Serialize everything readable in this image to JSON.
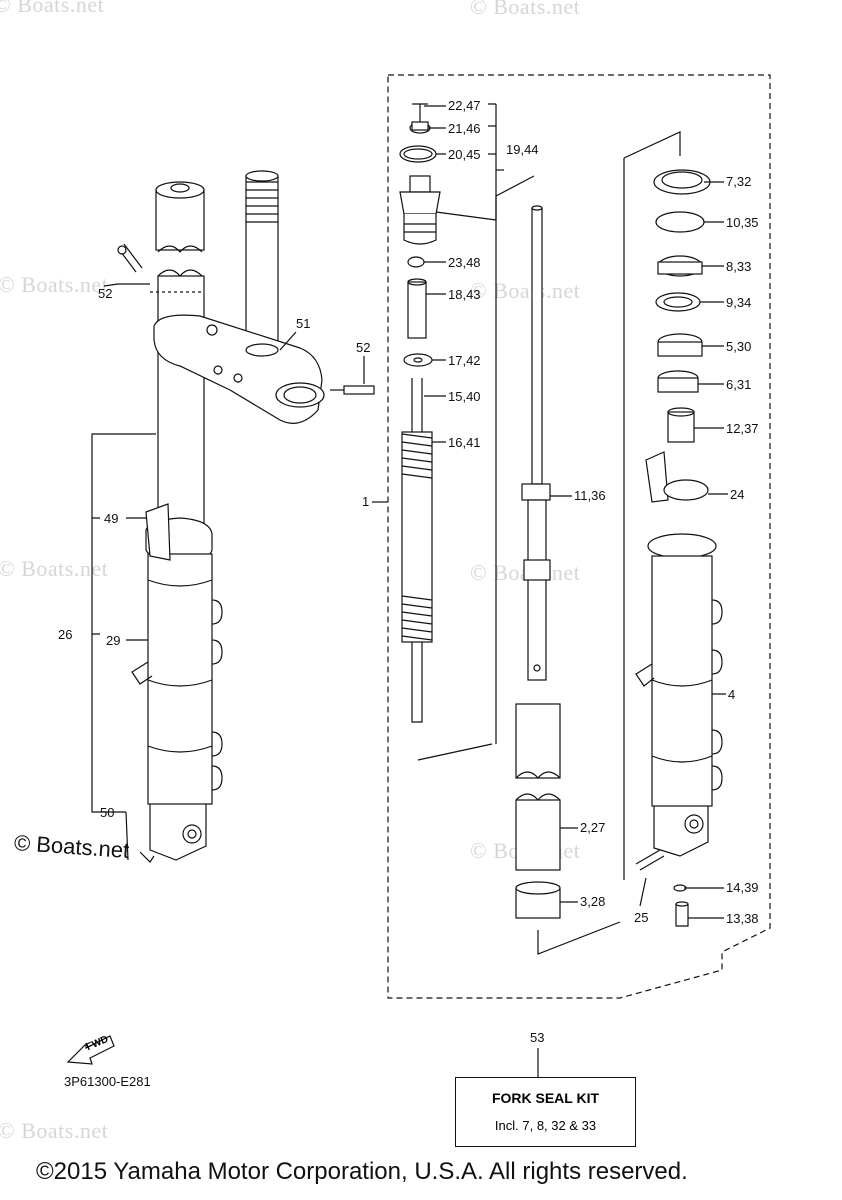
{
  "watermark": "© Boats.net",
  "boats_mark": "© Boats.net",
  "diagram_code": "3P61300-E281",
  "copyright": "©2015 Yamaha Motor Corporation, U.S.A. All rights reserved.",
  "fwd_label": "FWD",
  "kit": {
    "title": "FORK SEAL KIT",
    "contents": "Incl. 7, 8, 32 & 33"
  },
  "callouts": {
    "c1": "1",
    "c4": "4",
    "c24": "24",
    "c25": "25",
    "c26": "26",
    "c29": "29",
    "c49": "49",
    "c50": "50",
    "c51": "51",
    "c52a": "52",
    "c52b": "52",
    "c53": "53",
    "p2227": "2,27",
    "p328": "3,28",
    "p536": "5,30",
    "p631": "6,31",
    "p732": "7,32",
    "p833": "8,33",
    "p934": "9,34",
    "p1035": "10,35",
    "p1136": "11,36",
    "p1237": "12,37",
    "p1338": "13,38",
    "p1439": "14,39",
    "p1540": "15,40",
    "p1641": "16,41",
    "p1742": "17,42",
    "p1843": "18,43",
    "p1944": "19,44",
    "p2045": "20,45",
    "p2146": "21,46",
    "p2247": "22,47",
    "p2348": "23,48"
  }
}
